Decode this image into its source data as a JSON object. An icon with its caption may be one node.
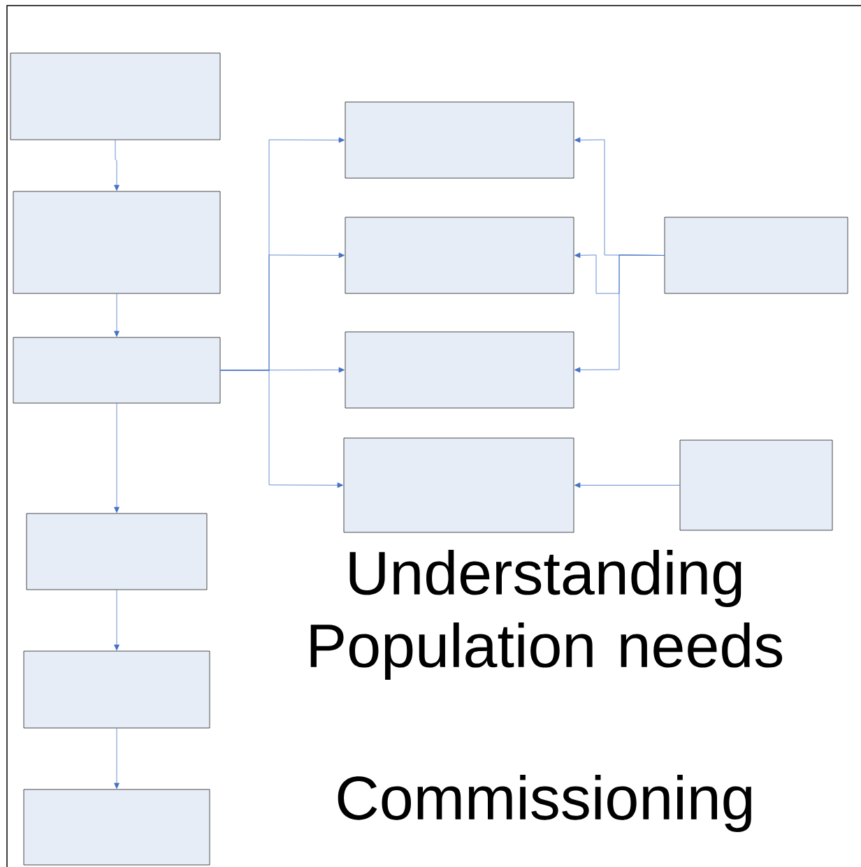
{
  "diagram": {
    "nodes": [
      {
        "text": [],
        "shape": "box"
      },
      {
        "text": [],
        "shape": "box"
      },
      {
        "text": [],
        "shape": "box"
      },
      {
        "text": [],
        "shape": "box"
      },
      {
        "text": [],
        "shape": "box"
      },
      {
        "text": [],
        "shape": "box"
      },
      {
        "text": [],
        "shape": "box"
      },
      {
        "text": [],
        "shape": "box"
      },
      {
        "text": [],
        "shape": "box"
      },
      {
        "text": [],
        "shape": "box"
      },
      {
        "text": [],
        "shape": "box"
      },
      {
        "text": [],
        "shape": "box"
      }
    ],
    "edges": [
      {
        "from": 0,
        "to": 1,
        "arrow": "to"
      },
      {
        "from": 1,
        "to": 2,
        "arrow": "to"
      },
      {
        "from": 2,
        "to": 3,
        "arrow": "to"
      },
      {
        "from": 3,
        "to": 4,
        "arrow": "to"
      },
      {
        "from": 4,
        "to": 5,
        "arrow": "to"
      },
      {
        "from": 2,
        "to": 6,
        "arrow": "to"
      },
      {
        "from": 2,
        "to": 7,
        "arrow": "to"
      },
      {
        "from": 2,
        "to": 8,
        "arrow": "to"
      },
      {
        "from": 2,
        "to": 9,
        "arrow": "to"
      },
      {
        "from": 10,
        "to": 6,
        "arrow": "to"
      },
      {
        "from": 10,
        "to": 7,
        "arrow": "to"
      },
      {
        "from": 10,
        "to": 8,
        "arrow": "to"
      },
      {
        "from": 11,
        "to": 9,
        "arrow": "to"
      }
    ],
    "labels": [
      "Understanding Population needs",
      "Commissioning"
    ]
  }
}
